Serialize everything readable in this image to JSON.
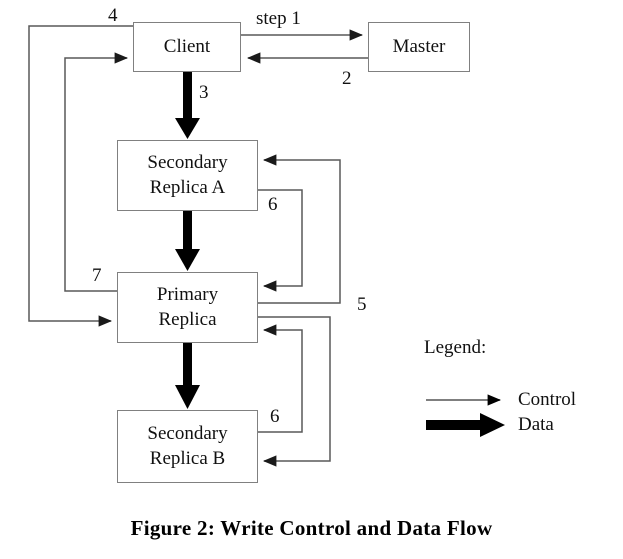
{
  "figure": {
    "caption": "Figure 2: Write Control and Data Flow",
    "background_color": "#ffffff",
    "box_border_color": "#808080",
    "control_line_color": "#595959",
    "data_arrow_color": "#000000"
  },
  "nodes": {
    "client": {
      "label": "Client"
    },
    "master": {
      "label": "Master"
    },
    "secondary_a": {
      "label_line1": "Secondary",
      "label_line2": "Replica A"
    },
    "primary": {
      "label_line1": "Primary",
      "label_line2": "Replica"
    },
    "secondary_b": {
      "label_line1": "Secondary",
      "label_line2": "Replica B"
    }
  },
  "edge_labels": {
    "step1": "step 1",
    "two": "2",
    "three": "3",
    "four": "4",
    "five": "5",
    "six_upper": "6",
    "six_lower": "6",
    "seven": "7"
  },
  "legend": {
    "title": "Legend:",
    "items": [
      {
        "label": "Control",
        "type": "thin-arrow-icon"
      },
      {
        "label": "Data",
        "type": "thick-arrow-icon"
      }
    ]
  },
  "flow_data": {
    "type": "diagram",
    "title": "Write Control and Data Flow",
    "nodes": [
      "Client",
      "Master",
      "Secondary Replica A",
      "Primary Replica",
      "Secondary Replica B"
    ],
    "edges": [
      {
        "id": "step 1",
        "from": "Client",
        "to": "Master",
        "kind": "control"
      },
      {
        "id": "2",
        "from": "Master",
        "to": "Client",
        "kind": "control"
      },
      {
        "id": "3",
        "from": "Client",
        "to": "Secondary Replica A",
        "kind": "data"
      },
      {
        "id": "4",
        "from": "Client",
        "to": "Primary Replica",
        "kind": "control"
      },
      {
        "id": "5",
        "from": "Primary Replica",
        "to": "Secondary Replica A",
        "kind": "control"
      },
      {
        "id": "5",
        "from": "Primary Replica",
        "to": "Secondary Replica B",
        "kind": "control"
      },
      {
        "id": "6",
        "from": "Secondary Replica A",
        "to": "Primary Replica",
        "kind": "control"
      },
      {
        "id": "6",
        "from": "Secondary Replica B",
        "to": "Primary Replica",
        "kind": "control"
      },
      {
        "id": "7",
        "from": "Primary Replica",
        "to": "Client",
        "kind": "control"
      },
      {
        "id": "data-a-to-p",
        "from": "Secondary Replica A",
        "to": "Primary Replica",
        "kind": "data"
      },
      {
        "id": "data-p-to-b",
        "from": "Primary Replica",
        "to": "Secondary Replica B",
        "kind": "data"
      }
    ]
  }
}
